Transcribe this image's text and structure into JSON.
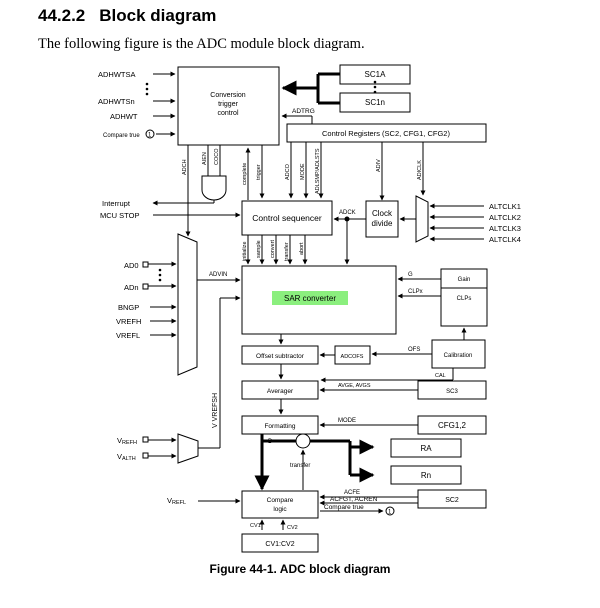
{
  "section": {
    "number": "44.2.2",
    "title": "Block diagram"
  },
  "intro": "The following figure is the ADC module block diagram.",
  "caption": "Figure 44-1. ADC block diagram",
  "colors": {
    "highlight": "#8bef7e",
    "line": "#000000"
  },
  "diagram": {
    "hw_triggers": {
      "a": "ADHWTSA",
      "n": "ADHWTSn",
      "adhwt": "ADHWT",
      "compare_true": "Compare true"
    },
    "circle_num": "1",
    "conv_trigger": {
      "l1": "Conversion",
      "l2": "trigger",
      "l3": "control"
    },
    "sc1a": "SC1A",
    "sc1n": "SC1n",
    "adtrg": "ADTRG",
    "control_registers": "Control Registers (SC2, CFG1, CFG2)",
    "vlabels": {
      "adch": "ADCH",
      "aien": "AIEN",
      "coco": "COCO",
      "complete": "complete",
      "trigger": "trigger",
      "adco": "ADCO",
      "mode": "MODE",
      "adlsmp": "ADLSMP/ADLSTS",
      "adiv": "ADIV",
      "adiclk": "ADICLK",
      "initialize": "initialize",
      "sample": "sample",
      "convert": "convert",
      "transfer": "transfer",
      "abort": "abort",
      "vrefsh": "VREFSH"
    },
    "interrupt": "Interrupt",
    "mcu_stop": "MCU STOP",
    "control_sequencer": "Control sequencer",
    "adck": "ADCK",
    "clock_divide": {
      "l1": "Clock",
      "l2": "divide"
    },
    "altclk": [
      "ALTCLK1",
      "ALTCLK2",
      "ALTCLK3",
      "ALTCLK4"
    ],
    "inputs": {
      "ad0": "AD0",
      "adn": "ADn",
      "bngp": "BNGP",
      "vrefh": "VREFH",
      "vrefl": "VREFL"
    },
    "advin": "ADVIN",
    "sar": "SAR converter",
    "g": "G",
    "clpx": "CLPx",
    "gain": "Gain",
    "clps": "CLPs",
    "calibration": "Calibration",
    "ofs": "OFS",
    "cal": "CAL",
    "offset_subtractor": "Offset subtractor",
    "adcofs": "ADCOFS",
    "averager": "Averager",
    "avge": "AVGE, AVGS",
    "sc3": "SC3",
    "formatting": "Formatting",
    "mode": "MODE",
    "cfg12": "CFG1,2",
    "d": "D",
    "ra": "RA",
    "rn": "Rn",
    "v_refh": {
      "v": "V",
      "sub": "REFH"
    },
    "v_alth": {
      "v": "V",
      "sub": "ALTH"
    },
    "v_refl": {
      "v": "V",
      "sub": "REFL"
    },
    "transfer": "transfer",
    "compare_logic": {
      "l1": "Compare",
      "l2": "logic"
    },
    "acfe": "ACFE",
    "acfgt": "ACFGT, ACREN",
    "compare_true": "Compare true",
    "sc2": "SC2",
    "cv1": "CV1",
    "cv2": "CV2",
    "cv1cv2": "CV1:CV2"
  }
}
